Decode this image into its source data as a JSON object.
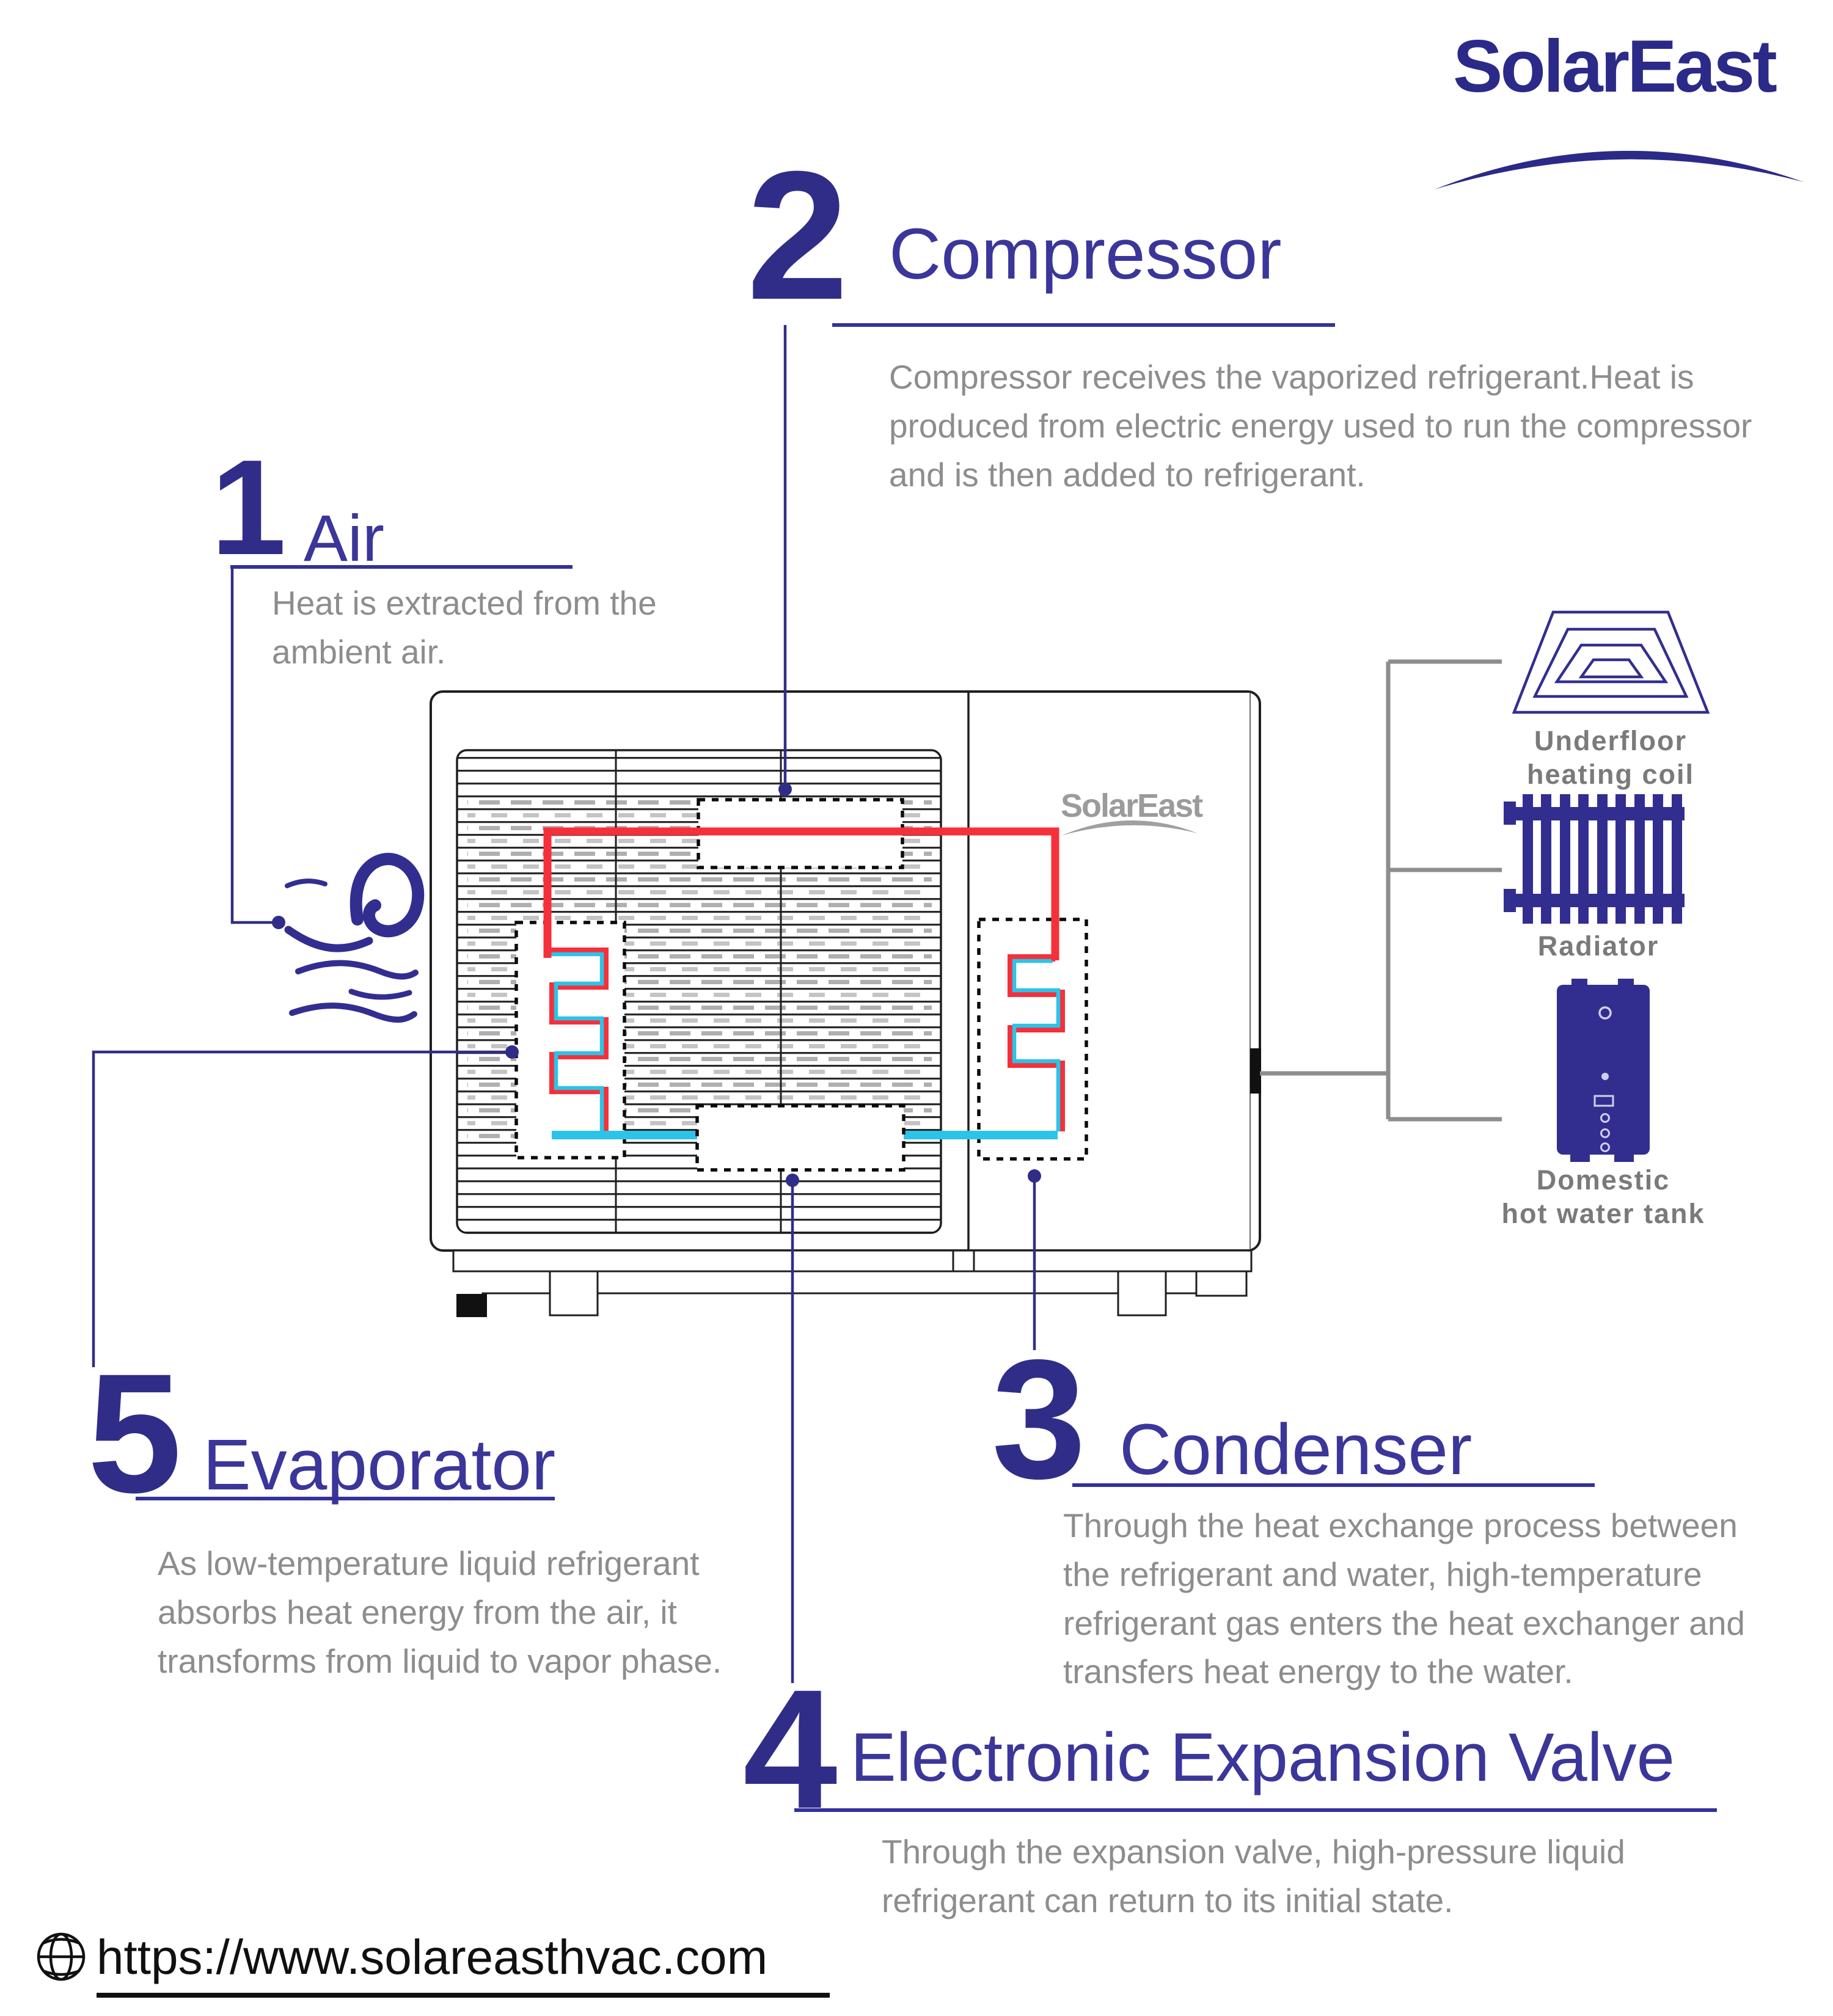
{
  "brand": {
    "logo_text": "SolarEast",
    "unit_brand_text": "SolarEast"
  },
  "sections": {
    "air": {
      "number": "1",
      "title": "Air",
      "body": "Heat is extracted from the ambient air."
    },
    "compressor": {
      "number": "2",
      "title": "Compressor",
      "body": "Compressor receives the vaporized refrigerant.Heat is produced from  electric energy used to run the compressor and is then added to refrigerant."
    },
    "condenser": {
      "number": "3",
      "title": "Condenser",
      "body": "Through the heat exchange process between the refrigerant and water, high-temperature refrigerant gas enters the heat exchanger and transfers heat energy to the water."
    },
    "expansion_valve": {
      "number": "4",
      "title": "Electronic Expansion Valve",
      "body": "Through the expansion valve, high-pressure liquid refrigerant can return to its initial state."
    },
    "evaporator": {
      "number": "5",
      "title": "Evaporator",
      "body": "As low-temperature liquid refrigerant absorbs heat  energy from the air, it transforms from liquid to vapor phase."
    }
  },
  "outputs": {
    "underfloor": {
      "label_line1": "Underfloor",
      "label_line2": "heating coil"
    },
    "radiator": {
      "label": "Radiator"
    },
    "tank": {
      "label_line1": "Domestic",
      "label_line2": "hot water tank"
    }
  },
  "footer": {
    "url": "https://www.solareasthvac.com"
  },
  "icons": {
    "air": "wind-swirl-icon",
    "underfloor": "underfloor-coil-icon",
    "radiator": "radiator-icon",
    "tank": "hot-water-tank-icon",
    "footer": "globe-icon",
    "brand": "swoosh-arc"
  },
  "colors": {
    "accent_indigo": "#302d88",
    "heading_indigo": "#3b3699",
    "body_gray": "#8d8d8d",
    "pipe_hot_red": "#f5303a",
    "pipe_cold_cyan": "#2cc3e8",
    "connector_gray": "#8d8d8d",
    "unit_outline": "#1f1f1f"
  }
}
